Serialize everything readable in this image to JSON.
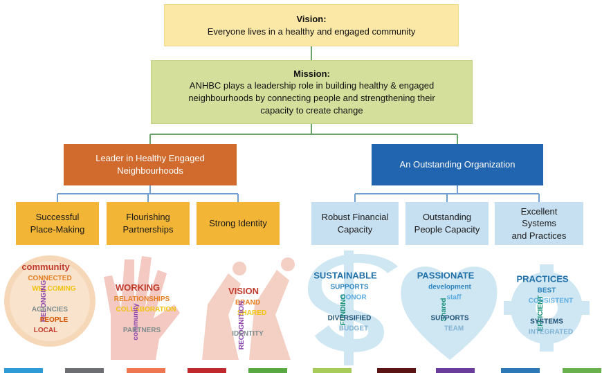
{
  "vision": {
    "label": "Vision:",
    "text": "Everyone lives in a healthy and engaged community"
  },
  "mission": {
    "label": "Mission:",
    "lines": [
      "ANHBC plays a leadership role in building healthy & engaged",
      "neighbourhoods by connecting people and strengthening their",
      "capacity to create change"
    ]
  },
  "pillars": {
    "leader": {
      "lines": [
        "Leader in Healthy Engaged",
        "Neighbourhoods"
      ],
      "color": "#d06a2d"
    },
    "org": {
      "text": "An Outstanding Organization",
      "color": "#2164b0"
    }
  },
  "sub": {
    "s1": [
      "Successful",
      "Place-Making"
    ],
    "s2": [
      "Flourishing",
      "Partnerships"
    ],
    "s3": [
      "Strong Identity"
    ],
    "s4": [
      "Robust Financial",
      "Capacity"
    ],
    "s5": [
      "Outstanding",
      "People Capacity"
    ],
    "s6": [
      "Excellent",
      "Systems",
      "and Practices"
    ]
  },
  "clouds": {
    "c1": [
      "community",
      "CONNECTED",
      "WELCOMING",
      "BELONGING",
      "AGENCIES",
      "PEOPLE",
      "LOCAL"
    ],
    "c2": [
      "WORKING",
      "RELATIONSHIPS",
      "COLLABORATION",
      "community",
      "PARTNERS"
    ],
    "c3": [
      "VISION",
      "BRAND",
      "SHARED",
      "RECOGNITION",
      "IDENTITY"
    ],
    "c4": [
      "SUSTAINABLE",
      "SUPPORTS",
      "DONOR",
      "FUNDING",
      "DIVERSIFIED",
      "BUDGET"
    ],
    "c5": [
      "PASSIONATE",
      "development",
      "staff",
      "Shared",
      "SUPPORTS",
      "TEAM"
    ],
    "c6": [
      "PRACTICES",
      "BEST",
      "CONSISTENT",
      "EFFICIENT",
      "SYSTEMS",
      "INTEGRATED"
    ]
  },
  "colors": {
    "cloud_warm": [
      "#c0392b",
      "#e67e22",
      "#f1c40f",
      "#8e44ad",
      "#7f8c8d",
      "#d35400"
    ],
    "cloud_cool": [
      "#1f6fa8",
      "#2e86c1",
      "#5dade2",
      "#148f77",
      "#1b4f72",
      "#7fb3d5"
    ],
    "strip": [
      "#2e9bd6",
      "#6d6e71",
      "#ee7752",
      "#c0282d",
      "#5aa844",
      "#a7cc5a",
      "#5a1414",
      "#6a3d9a",
      "#2d78b7",
      "#6ab04c"
    ]
  }
}
